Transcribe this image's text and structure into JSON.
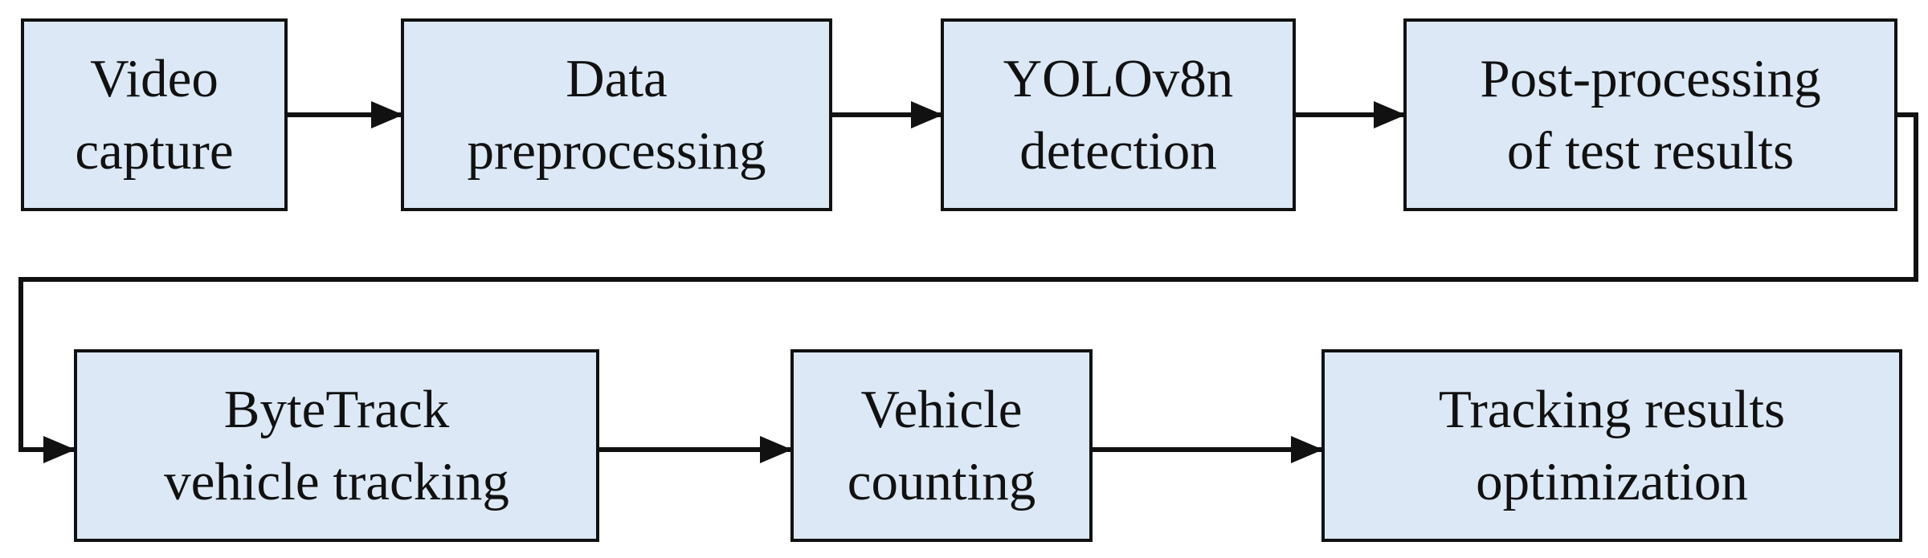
{
  "colors": {
    "box_fill": "#dce8f5",
    "stroke": "#111111"
  },
  "steps": [
    {
      "line1": "Video",
      "line2": "capture"
    },
    {
      "line1": "Data",
      "line2": "preprocessing"
    },
    {
      "line1": "YOLOv8n",
      "line2": "detection"
    },
    {
      "line1": "Post-processing",
      "line2": "of test results"
    },
    {
      "line1": "ByteTrack",
      "line2": "vehicle tracking"
    },
    {
      "line1": "Vehicle",
      "line2": "counting"
    },
    {
      "line1": "Tracking results",
      "line2": "optimization"
    }
  ]
}
